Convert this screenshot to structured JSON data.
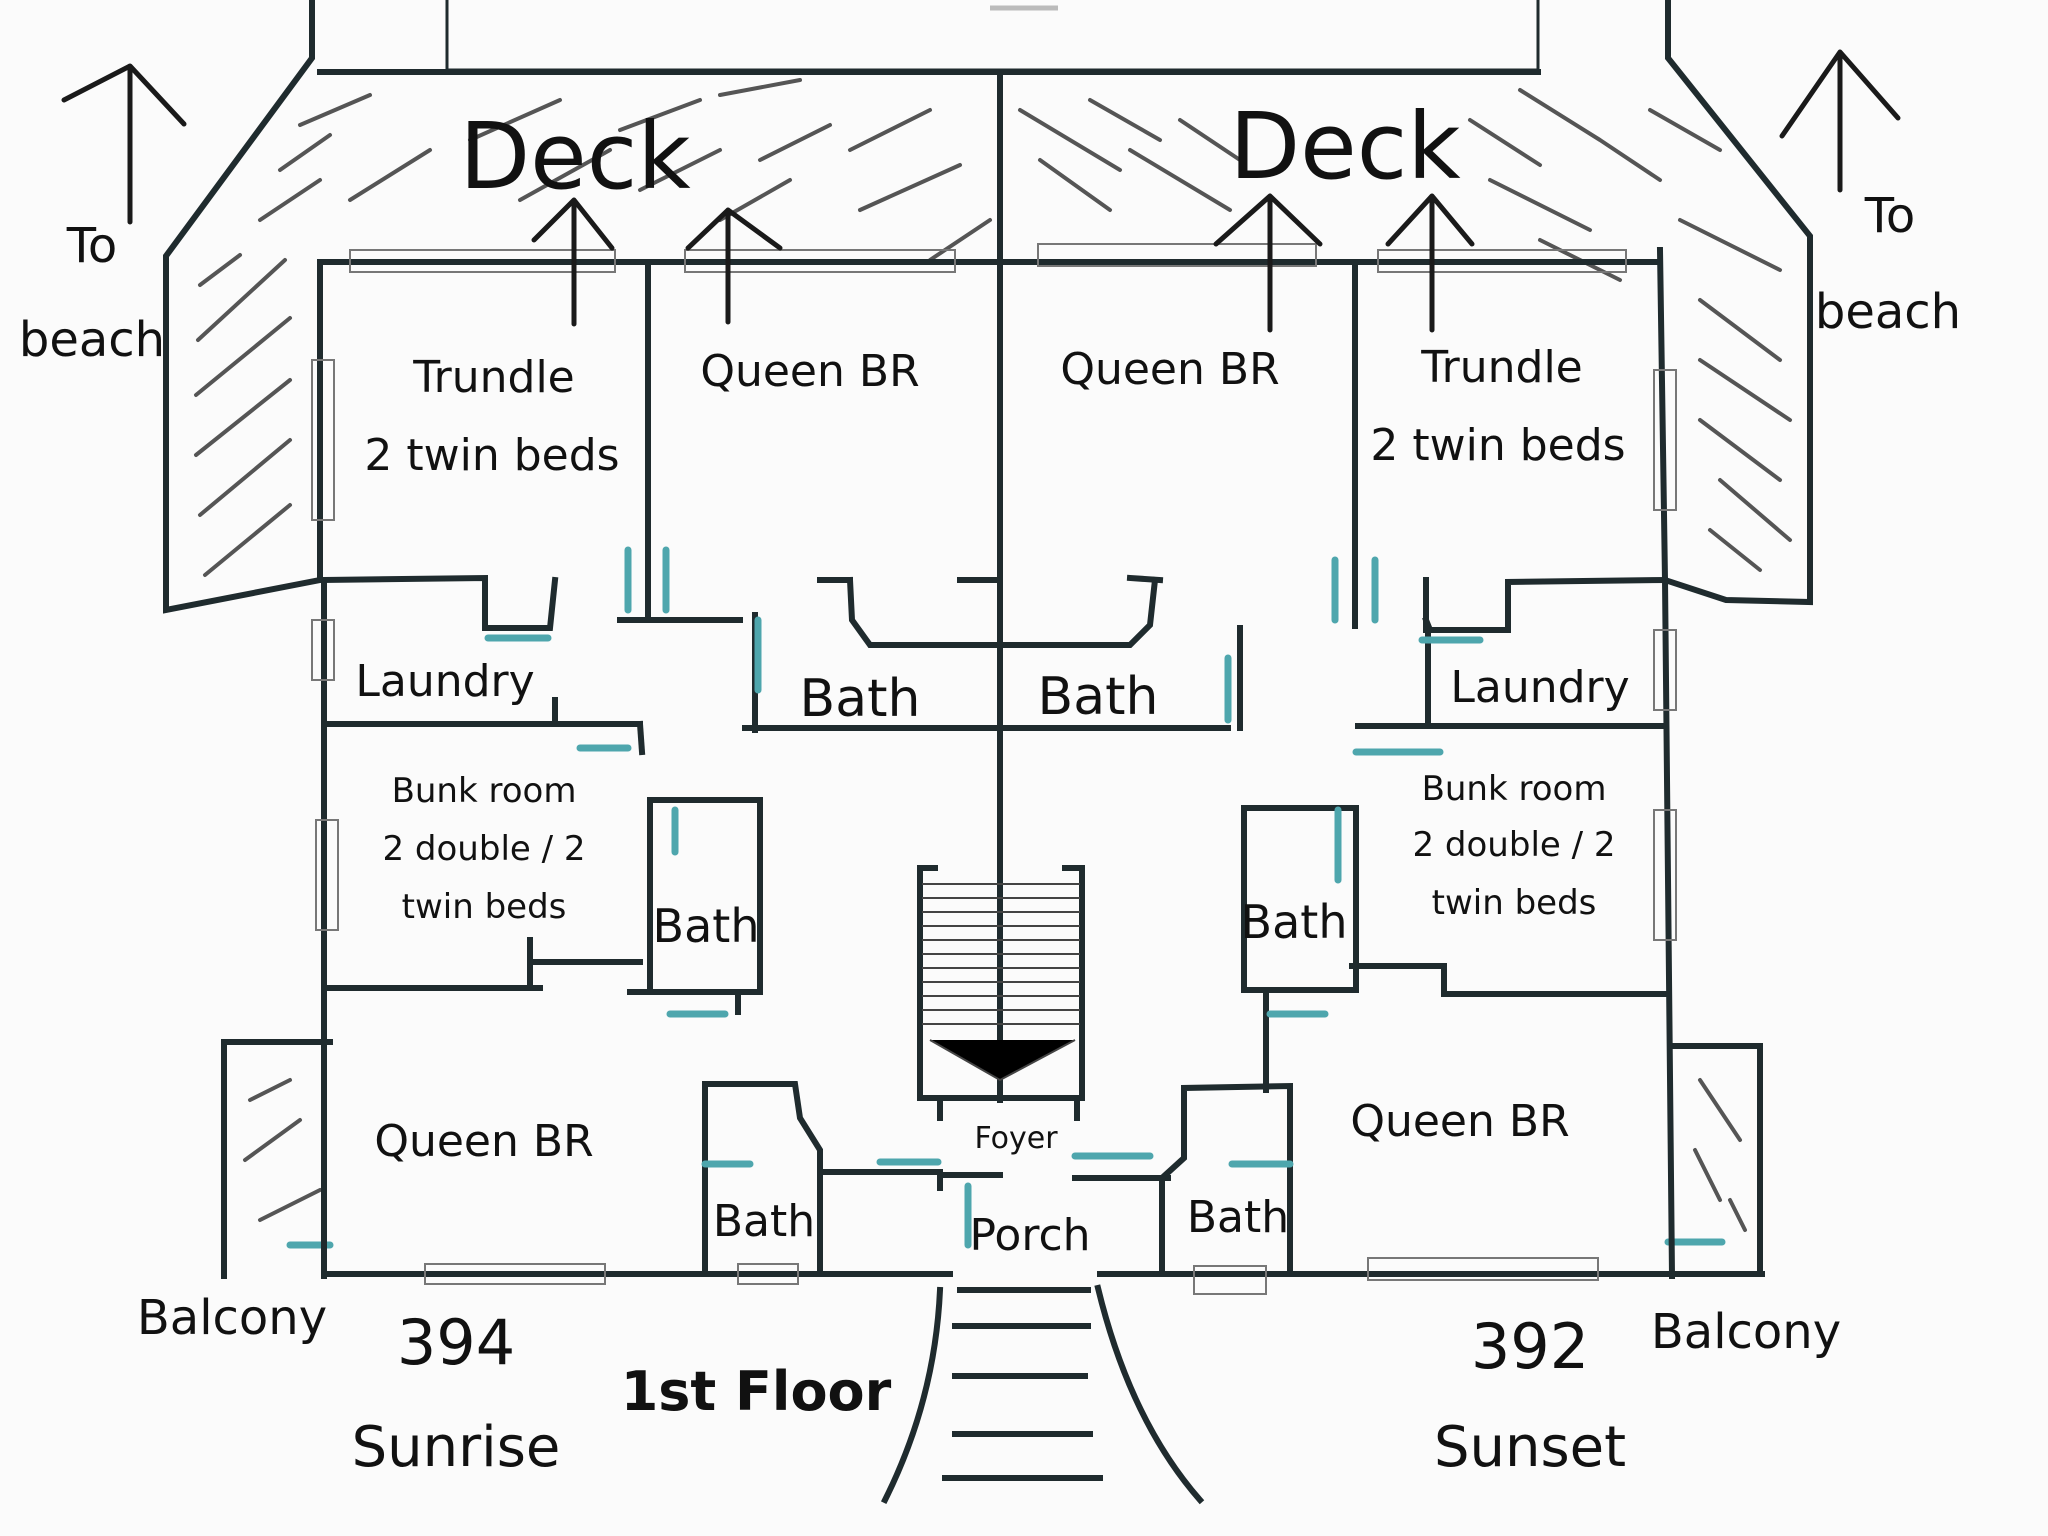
{
  "colors": {
    "wall": "#1f2b2e",
    "door": "#4ea6ad",
    "hatch": "#555555",
    "background": "#fbfbfb"
  },
  "decks": {
    "left": "Deck",
    "right": "Deck"
  },
  "beach": {
    "left_to": "To",
    "left_beach": "beach",
    "right_to": "To",
    "right_beach": "beach"
  },
  "left_unit": {
    "trundle_title": "Trundle",
    "trundle_beds": "2 twin beds",
    "queen_top": "Queen BR",
    "laundry": "Laundry",
    "bunk_title": "Bunk room",
    "bunk_line2": "2 double / 2",
    "bunk_line3": "twin beds",
    "bath_top": "Bath",
    "bath_mid": "Bath",
    "queen_bottom": "Queen BR",
    "bath_bottom": "Bath",
    "balcony": "Balcony",
    "number": "394",
    "name": "Sunrise"
  },
  "right_unit": {
    "trundle_title": "Trundle",
    "trundle_beds": "2 twin beds",
    "queen_top": "Queen BR",
    "laundry": "Laundry",
    "bunk_title": "Bunk room",
    "bunk_line2": "2 double / 2",
    "bunk_line3": "twin beds",
    "bath_top": "Bath",
    "bath_mid": "Bath",
    "queen_bottom": "Queen BR",
    "bath_bottom": "Bath",
    "balcony": "Balcony",
    "number": "392",
    "name": "Sunset"
  },
  "center": {
    "foyer": "Foyer",
    "porch": "Porch",
    "floor": "1st Floor"
  }
}
